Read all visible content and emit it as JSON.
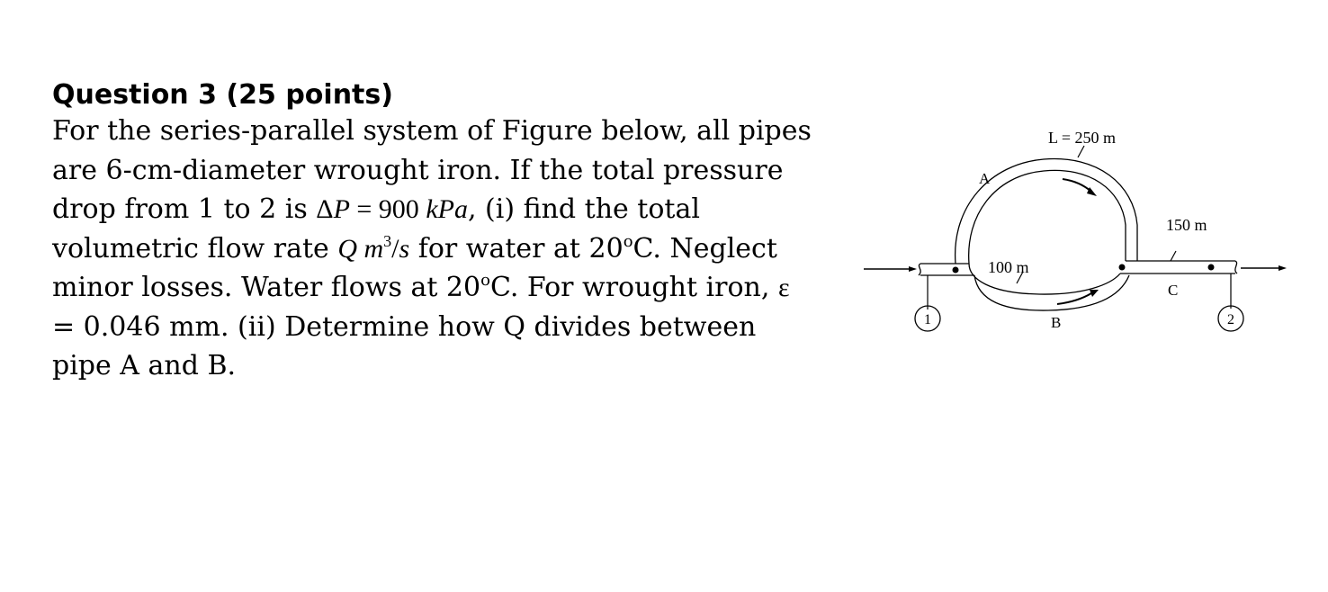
{
  "question": {
    "title": "Question 3 (25 points)",
    "line1": "For the series-parallel system of Figure below, all pipes",
    "line2": "are 6-cm-diameter wrought iron. If the total pressure",
    "line3_a": "drop from 1 to 2 is ",
    "line3_math_delta": "Δ",
    "line3_math_p": "P",
    "line3_math_eq": " = 900 ",
    "line3_math_kpa": "kPa",
    "line3_b": ", (i) find the total",
    "line4_a": "volumetric flow rate  ",
    "line4_math_q": "Q",
    "line4_math_m": " m",
    "line4_sup_3": "3",
    "line4_math_slash": "/",
    "line4_math_s": "s",
    "line4_b": "  for water at 20",
    "line4_sup_o": "o",
    "line4_c": "C. Neglect",
    "line5_a": "minor losses. Water flows at 20",
    "line5_sup_o": "o",
    "line5_b": "C. For wrought iron, ",
    "line5_eps": "ε",
    "line6": "= 0.046 mm.  (ii) Determine how Q divides between",
    "line7": "pipe A and B."
  },
  "figure": {
    "label_A": "A",
    "label_B": "B",
    "label_C": "C",
    "length_A": "L = 250 m",
    "length_B": "100 m",
    "length_C": "150 m",
    "node_1": "1",
    "node_2": "2"
  }
}
